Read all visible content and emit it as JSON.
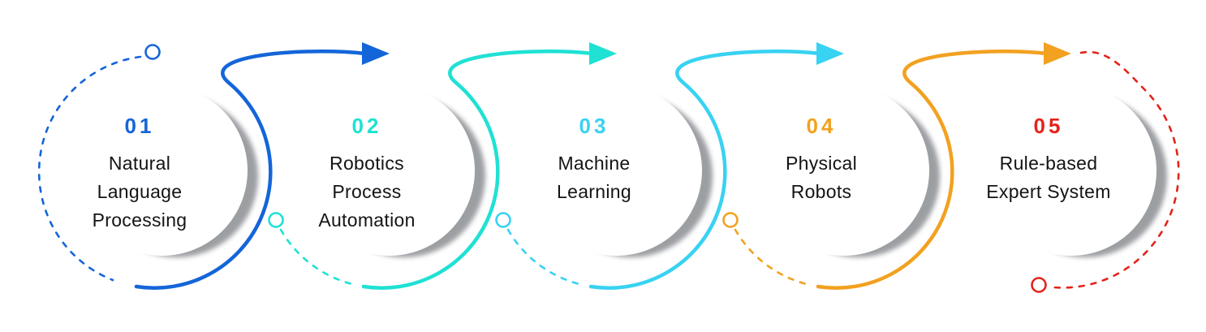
{
  "diagram": {
    "kind": "process-flow-infographic",
    "background": "#ffffff",
    "shadow_color": "#8f9296",
    "icons": {
      "arrow": "arrow-right-icon",
      "marker": "circle-marker-icon"
    }
  },
  "steps": [
    {
      "number": "01",
      "lines": [
        "Natural",
        "Language",
        "Processing"
      ],
      "color": "#1465d9"
    },
    {
      "number": "02",
      "lines": [
        "Robotics",
        "Process",
        "Automation"
      ],
      "color": "#1fe1d4"
    },
    {
      "number": "03",
      "lines": [
        "Machine",
        "Learning"
      ],
      "color": "#38d2f2"
    },
    {
      "number": "04",
      "lines": [
        "Physical",
        "Robots"
      ],
      "color": "#f2a120"
    },
    {
      "number": "05",
      "lines": [
        "Rule-based",
        "Expert System"
      ],
      "color": "#e3231a"
    }
  ]
}
